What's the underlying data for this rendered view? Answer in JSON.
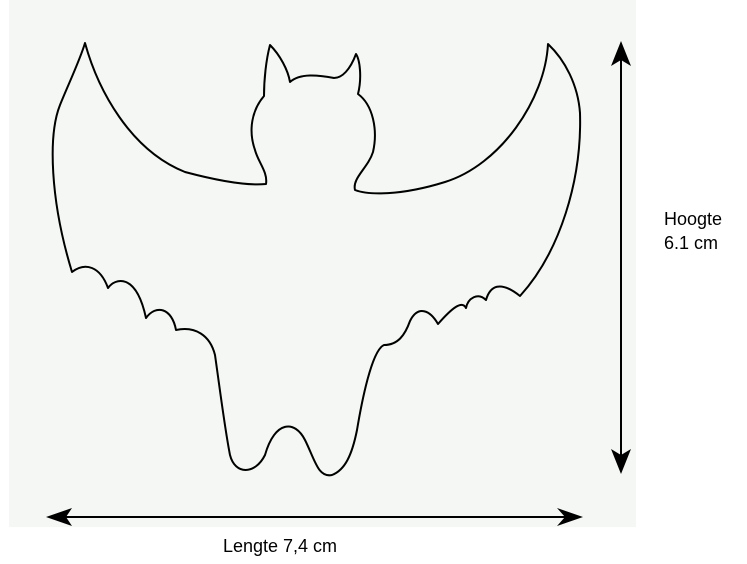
{
  "labels": {
    "height_word": "Hoogte",
    "height_value": "6.1 cm",
    "width_text": "Lengte 7,4 cm"
  },
  "colors": {
    "panel_background": "#f4f7f3",
    "outline": "#000000"
  },
  "icons": {
    "figure": "bat-outline-icon",
    "vertical_arrow": "double-headed-vertical-arrow-icon",
    "horizontal_arrow": "double-headed-horizontal-arrow-icon"
  }
}
